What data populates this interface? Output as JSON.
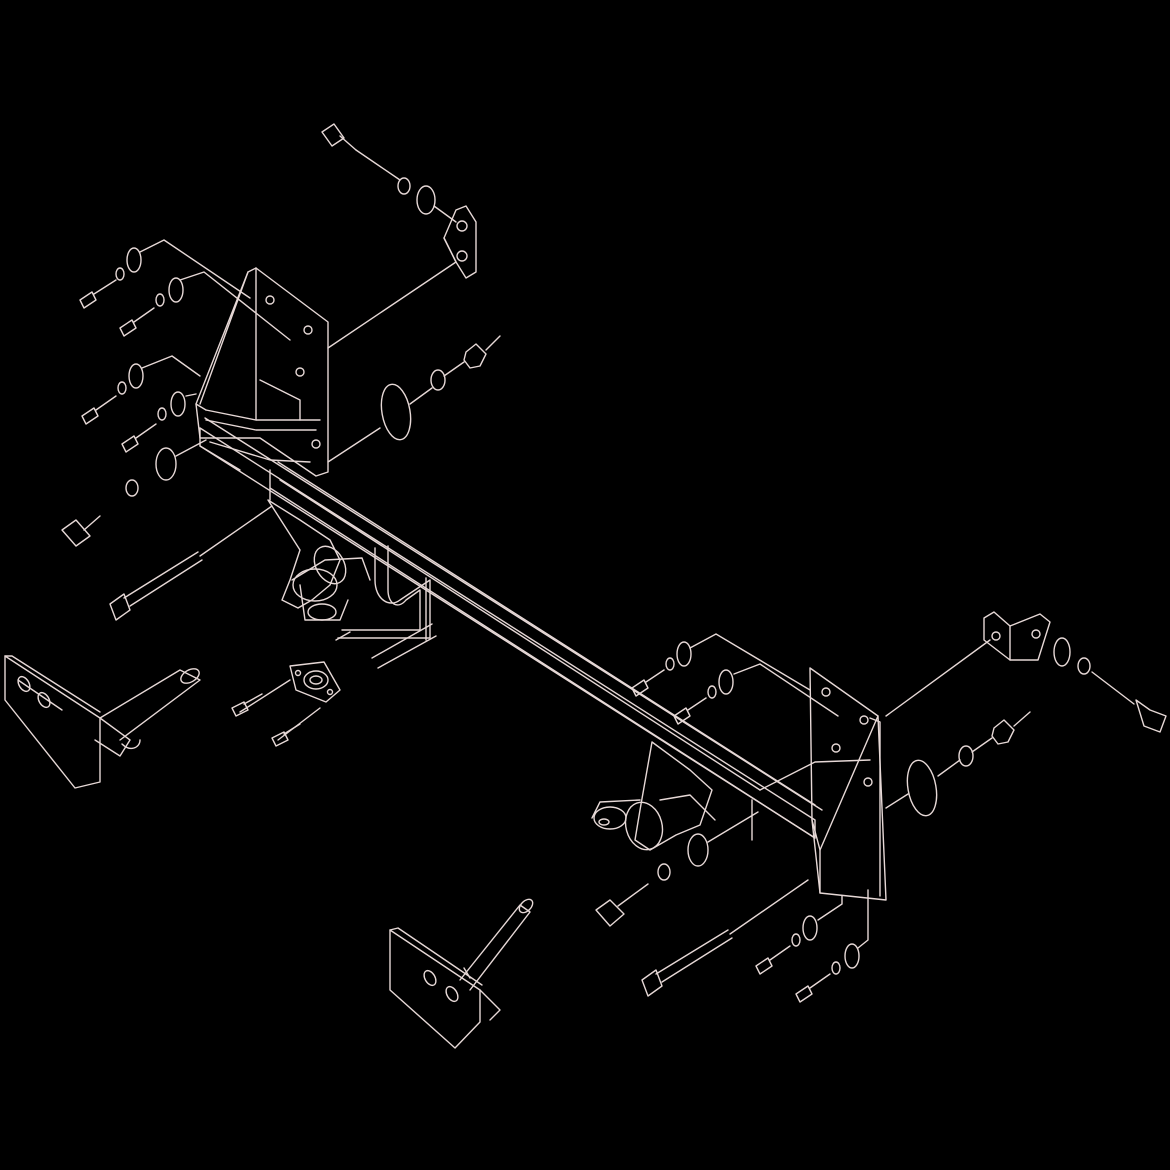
{
  "diagram": {
    "background": "#000000",
    "line_color": "#e6d8d6",
    "parts": [
      "main-crossbar",
      "left-mount-bracket",
      "right-mount-bracket",
      "left-tow-tab",
      "right-tow-tab",
      "left-bumper-bracket",
      "right-bumper-bracket",
      "u-bolt",
      "cable-gland-plate",
      "mounting-hardware"
    ]
  }
}
